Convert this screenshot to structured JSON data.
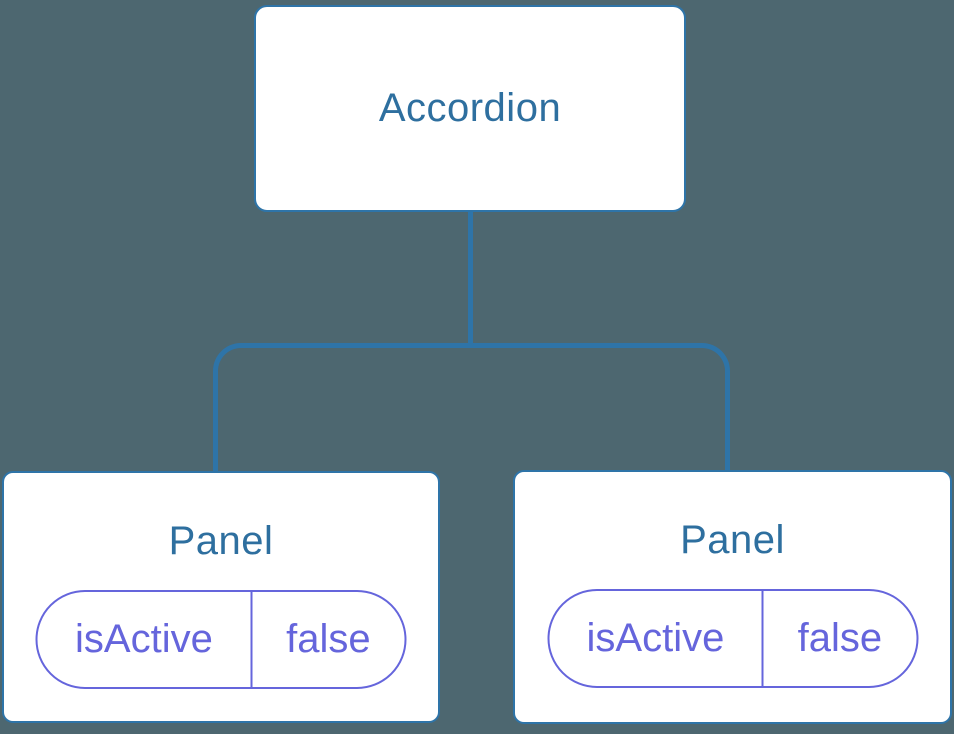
{
  "diagram": {
    "type": "component-tree",
    "root": {
      "label": "Accordion"
    },
    "children": [
      {
        "label": "Panel",
        "state": {
          "key": "isActive",
          "value": "false"
        }
      },
      {
        "label": "Panel",
        "state": {
          "key": "isActive",
          "value": "false"
        }
      }
    ],
    "colors": {
      "background": "#4d6770",
      "connector": "#2e74a8",
      "node_border": "#2e74a8",
      "node_background": "#ffffff",
      "node_label": "#2e6f9f",
      "state_accent": "#6565dc"
    }
  }
}
